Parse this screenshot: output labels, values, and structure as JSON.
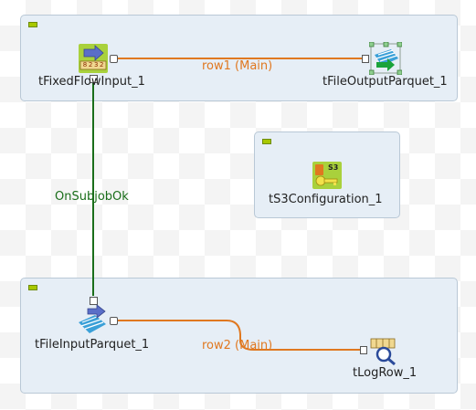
{
  "subjobs": {
    "top": {
      "components": {
        "input": "tFixedFlowInput_1",
        "output": "tFileOutputParquet_1"
      }
    },
    "config": {
      "components": {
        "s3": "tS3Configuration_1"
      }
    },
    "bottom": {
      "components": {
        "input": "tFileInputParquet_1",
        "log": "tLogRow_1"
      }
    }
  },
  "connections": {
    "row1": "row1 (Main)",
    "row2": "row2 (Main)",
    "trigger": "OnSubjobOk"
  },
  "icons": {
    "fixed_flow_badge": "8 2 3 2",
    "s3_badge": "S3"
  },
  "colors": {
    "main_flow": "#e07820",
    "trigger": "#1a6e1a",
    "subjob_bg": "#e6eef6"
  }
}
